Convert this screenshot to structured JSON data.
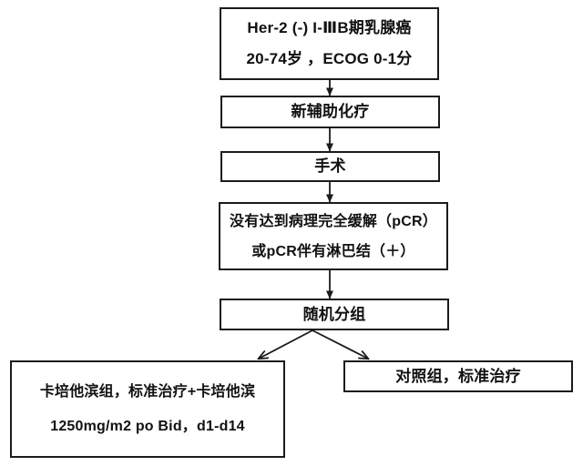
{
  "diagram": {
    "title": "Her-2 negative breast cancer neoadjuvant trial flow",
    "background_color": "#ffffff",
    "line_color": "#1b1b1b",
    "text_color": "#111111"
  },
  "nodes": {
    "eligibility": {
      "line1": "Her-2 (-) I-ⅢB期乳腺癌",
      "line2": "20-74岁 ，ECOG 0-1分"
    },
    "neoadjuvant": {
      "line1": "新辅助化疗"
    },
    "surgery": {
      "line1": "手术"
    },
    "pcr": {
      "line1": "没有达到病理完全缓解（pCR）",
      "line2": "或pCR伴有淋巴结（＋）"
    },
    "randomization": {
      "line1": "随机分组"
    },
    "arm_capecitabine": {
      "line1": "卡培他滨组，标准治疗+卡培他滨",
      "line2": "1250mg/m2 po Bid，d1-d14"
    },
    "arm_control": {
      "line1": "对照组，标准治疗"
    }
  }
}
